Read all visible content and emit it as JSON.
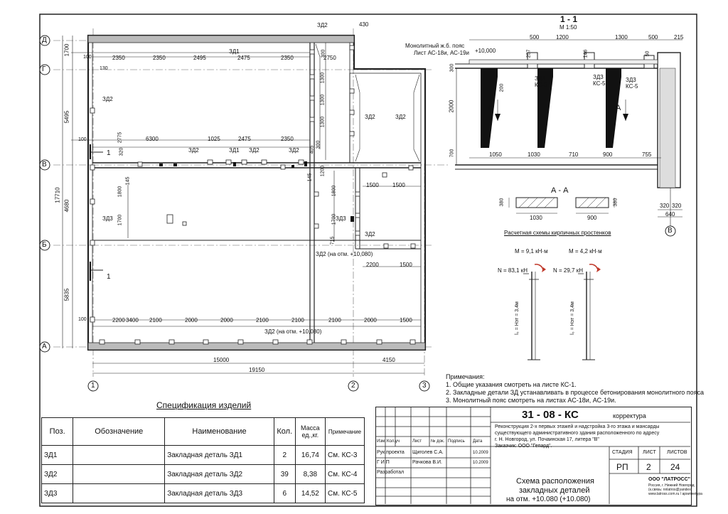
{
  "sheet": {
    "code": "31 - 08 - КС",
    "code_suffix": "корректура",
    "project_description": [
      "Реконструкция 2-х первых этажей и надстройка 3-го этажа и мансарды",
      "существующего административного здания расположенного по адресу",
      "г. Н. Новгород, ул. Почаинская 17, литера \"В\"",
      "Заказчик: ООО \"Гепард\"."
    ],
    "columns": [
      "Изм.",
      "Кол.уч",
      "Лист",
      "№ док.",
      "Подпись",
      "Дата"
    ],
    "people": [
      {
        "role": "Рук.проекта",
        "name": "Щиголев С.А.",
        "date": "10.2009"
      },
      {
        "role": "Г И П",
        "name": "Рачкова В.И.",
        "date": "10.2009"
      },
      {
        "role": "Разработал",
        "name": "",
        "date": ""
      }
    ],
    "stage_label": "СТАДИЯ",
    "sheet_label": "ЛИСТ",
    "sheets_label": "ЛИСТОВ",
    "stage": "РП",
    "sheet_no": "2",
    "sheets_total": "24",
    "drawing_title": [
      "Схема расположения",
      "закладных деталей",
      "на отм. +10.080 (+10.080)"
    ],
    "company": "ООО \"ЛАТРОСС\"",
    "company_lines": [
      "Россия, г. Нижний Новгород",
      "(к.связь: nnlatros@yandex.",
      "www.latross.com.ru / архитектура"
    ]
  },
  "specification": {
    "title": "Спецификация изделий",
    "headers": [
      "Поз.",
      "Обозначение",
      "Наименование",
      "Кол.",
      "Масса ед.,кг.",
      "Примечание"
    ],
    "rows": [
      {
        "pos": "ЗД1",
        "designation": "",
        "name": "Закладная деталь  ЗД1",
        "qty": "2",
        "mass": "16,74",
        "note": "См. КС-3"
      },
      {
        "pos": "ЗД2",
        "designation": "",
        "name": "Закладная деталь  ЗД2",
        "qty": "39",
        "mass": "8,38",
        "note": "См. КС-4"
      },
      {
        "pos": "ЗД3",
        "designation": "",
        "name": "Закладная деталь  ЗД3",
        "qty": "6",
        "mass": "14,52",
        "note": "См. КС-5"
      }
    ]
  },
  "notes": {
    "title": "Примечания:",
    "items": [
      "1. Общие указания смотреть на листе КС-1.",
      "2. Закладные детали ЗД устанавливать в процессе  бетонирования монолитного пояса",
      "3. Монолитный пояс смотреть на листах АС-18и, АС-19и."
    ]
  },
  "plan": {
    "axes_rows": [
      "Д",
      "Г",
      "В",
      "Б",
      "А"
    ],
    "axes_cols": [
      "1",
      "2",
      "3"
    ],
    "overall_dims": [
      "15000",
      "4150",
      "19150",
      "17710"
    ],
    "left_dims": [
      "1700",
      "5495",
      "4680",
      "5835"
    ],
    "top_dims": [
      "2350",
      "2350",
      "2495",
      "2475",
      "2350",
      "2750",
      "430",
      "100",
      "130"
    ],
    "mid_dims": [
      "6300",
      "1025",
      "2475",
      "2350",
      "100",
      "2775",
      "320",
      "405",
      "145",
      "300"
    ],
    "bottom_dims": [
      "2200",
      "3400",
      "2100",
      "2000",
      "2000",
      "2100",
      "2100",
      "2100",
      "2000",
      "1500",
      "100"
    ],
    "right_dims": [
      "1300",
      "1300",
      "1300",
      "300",
      "1800",
      "1700",
      "715",
      "1500",
      "1500",
      "2200",
      "1500",
      "1800",
      "1700",
      "1200",
      "145"
    ],
    "labels": [
      "ЗД1",
      "ЗД1",
      "ЗД2",
      "ЗД2",
      "ЗД2",
      "ЗД2",
      "ЗД2",
      "ЗД2",
      "ЗД2",
      "ЗД3",
      "ЗД3",
      "ЗД2 (на отм. +10,080)",
      "ЗД2 (на отм. +10,080)",
      "ЗД2"
    ],
    "section_mark": "1"
  },
  "section": {
    "title": "1 - 1",
    "scale": "М 1:50",
    "belt_label": [
      "Монолитный ж.б. пояс",
      "Лист АС-18и, АС-19и"
    ],
    "level": "+10,000",
    "top_dims": [
      "500",
      "1200",
      "1300",
      "500",
      "215"
    ],
    "small_dims": [
      "257",
      "146",
      "50",
      "300",
      "200"
    ],
    "height_dims": [
      "2000",
      "700"
    ],
    "bottom_dims": [
      "1050",
      "1030",
      "710",
      "900",
      "755"
    ],
    "wall_dims": [
      "320",
      "320",
      "640"
    ],
    "axis": "В",
    "zd_labels": [
      "ЗД3",
      "КС-5",
      "ЗД3",
      "КС-5",
      "ЗД3",
      "КС-5"
    ],
    "section_mark": "А"
  },
  "aa": {
    "title": "А - А",
    "dims": [
      "380",
      "1030",
      "380",
      "900"
    ]
  },
  "calc": {
    "title": "Расчетная схемы кирпичных простенков",
    "m1": "М = 9,1 кН·м",
    "n1": "N = 83,1 кН",
    "m2": "М = 4,2 кН·м",
    "n2": "N = 29,7 кН",
    "len1": "l₀ = Нэт = 3,4м",
    "len2": "l₀ = Нэт = 3,4м"
  }
}
